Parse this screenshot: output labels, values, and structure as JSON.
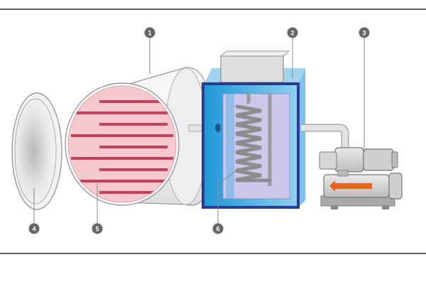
{
  "callouts": [
    {
      "id": "drying-chamber",
      "number": "1"
    },
    {
      "id": "condenser",
      "number": "2"
    },
    {
      "id": "vacuum-pump",
      "number": "3"
    },
    {
      "id": "door",
      "number": "4"
    },
    {
      "id": "shelves",
      "number": "5"
    },
    {
      "id": "cooling-coil",
      "number": "6"
    }
  ],
  "colors": {
    "frame": "#333333",
    "shelf": "#c8405a",
    "shelf_bg": "#f6c9cf",
    "condenser_frame": "#2b3a8c",
    "condenser_blue": "#2ea3dc",
    "condenser_inner": "#cdc8ea",
    "coil": "#9a9a9a",
    "pump_arrow": "#e8621b",
    "callout_bg": "#666666"
  }
}
